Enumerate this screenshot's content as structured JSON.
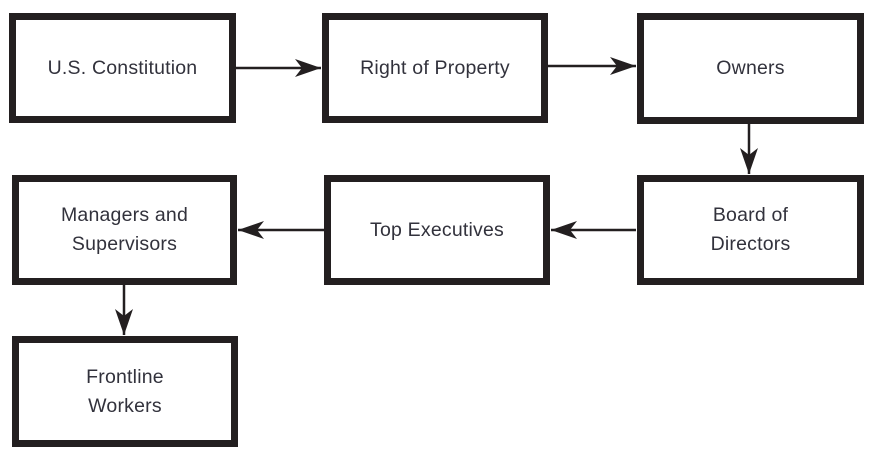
{
  "diagram": {
    "title": "Hierarchy of authority flowchart",
    "background_color": "#ffffff",
    "box_border_color": "#231f20",
    "arrow_color": "#231f20",
    "text_color": "#32323c",
    "nodes": [
      {
        "id": "us-constitution",
        "lines": [
          "U.S. Constitution"
        ]
      },
      {
        "id": "right-of-property",
        "lines": [
          "Right of Property"
        ]
      },
      {
        "id": "owners",
        "lines": [
          "Owners"
        ]
      },
      {
        "id": "board-of-directors",
        "lines": [
          "Board of",
          "Directors"
        ]
      },
      {
        "id": "top-executives",
        "lines": [
          "Top Executives"
        ]
      },
      {
        "id": "managers-supervisors",
        "lines": [
          "Managers and",
          "Supervisors"
        ]
      },
      {
        "id": "frontline-workers",
        "lines": [
          "Frontline",
          "Workers"
        ]
      }
    ],
    "edges": [
      {
        "from": "us-constitution",
        "to": "right-of-property",
        "direction": "right"
      },
      {
        "from": "right-of-property",
        "to": "owners",
        "direction": "right"
      },
      {
        "from": "owners",
        "to": "board-of-directors",
        "direction": "down"
      },
      {
        "from": "board-of-directors",
        "to": "top-executives",
        "direction": "left"
      },
      {
        "from": "top-executives",
        "to": "managers-supervisors",
        "direction": "left"
      },
      {
        "from": "managers-supervisors",
        "to": "frontline-workers",
        "direction": "down"
      }
    ]
  }
}
